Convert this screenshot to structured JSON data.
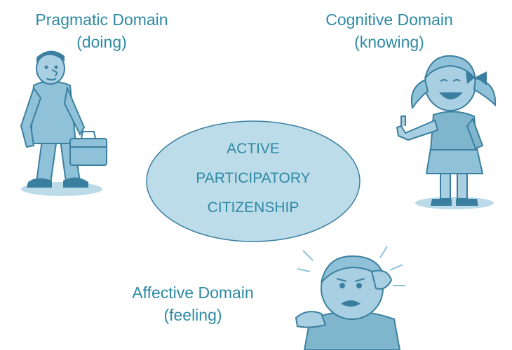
{
  "domains": {
    "pragmatic": {
      "title": "Pragmatic Domain",
      "subtitle": "(doing)"
    },
    "cognitive": {
      "title": "Cognitive Domain",
      "subtitle": "(knowing)"
    },
    "affective": {
      "title": "Affective Domain",
      "subtitle": "(feeling)"
    }
  },
  "center": {
    "line1": "ACTIVE",
    "line2": "PARTICIPATORY",
    "line3": "CITIZENSHIP"
  },
  "colors": {
    "text": "#2e8aa4",
    "figure_fill": "#8fc2d8",
    "figure_dark": "#3b7fa0",
    "ellipse_fill": "#bddcea",
    "ellipse_stroke": "#3b7fa0"
  }
}
